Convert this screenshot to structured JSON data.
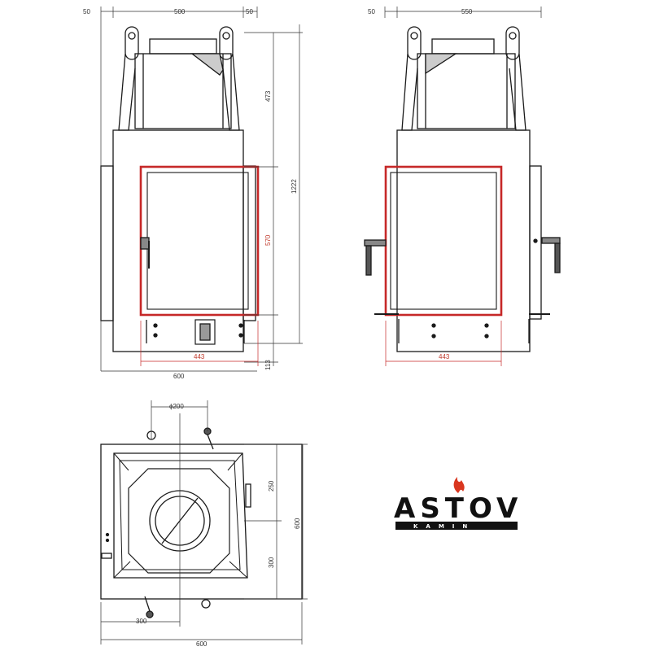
{
  "front_view": {
    "dim_top_left": "50",
    "dim_top_width": "500",
    "dim_top_right": "50",
    "dim_upper_height": "473",
    "dim_total_height": "1222",
    "dim_door_height": "570",
    "dim_door_width": "443",
    "dim_base_height": "113",
    "dim_total_width": "600"
  },
  "side_view": {
    "dim_top_left": "50",
    "dim_top_width": "550",
    "dim_door_width": "443"
  },
  "top_view": {
    "dim_flue_diameter": "ϕ200",
    "dim_offset_front": "250",
    "dim_offset_rear": "300",
    "dim_depth": "600",
    "dim_offset_side": "300",
    "dim_width": "600"
  },
  "logo": {
    "brand": "ASTOV",
    "tagline": "KAMIN",
    "flame_color": "#d9361f"
  },
  "colors": {
    "line": "#1a1a1a",
    "door_frame": "#c62828",
    "dimension_line": "#333333"
  }
}
